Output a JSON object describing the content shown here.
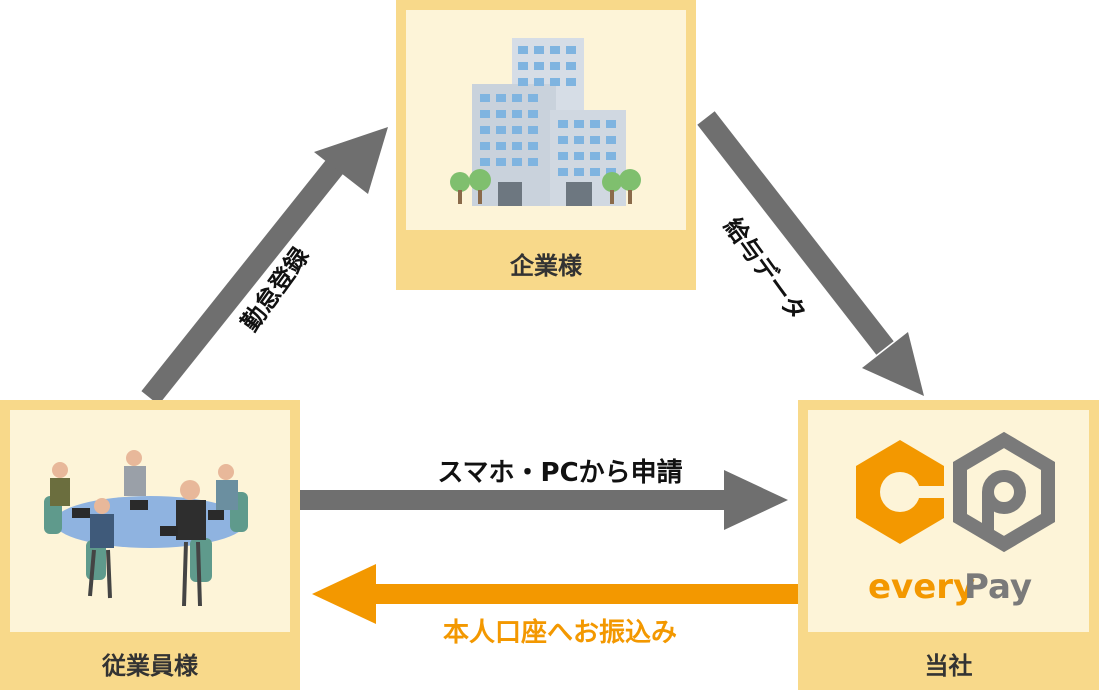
{
  "nodes": {
    "company": {
      "label": "企業様"
    },
    "employees": {
      "label": "従業員様"
    },
    "us": {
      "label": "当社",
      "logo_text_every": "every",
      "logo_text_pay": "Pay"
    }
  },
  "edges": {
    "attendance": {
      "label": "勤怠登録"
    },
    "salary": {
      "label": "給与データ"
    },
    "apply": {
      "label": "スマホ・PCから申請"
    },
    "transfer": {
      "label": "本人口座へお振込み"
    }
  },
  "colors": {
    "arrow_gray": "#6f6f6f",
    "arrow_orange": "#f39800",
    "box_border": "#f8d98a",
    "box_fill": "#fdf4d8",
    "logo_orange": "#f39800",
    "logo_gray": "#7a7a7a"
  }
}
